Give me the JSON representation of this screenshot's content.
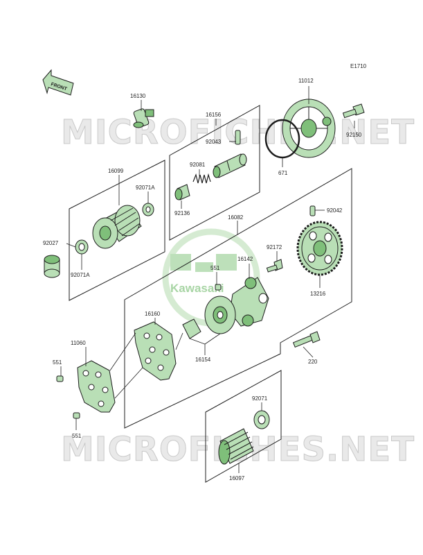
{
  "diagram_code": "E1710",
  "front_label": "FRONT",
  "brand_logo": "Kawasaki",
  "watermark_text": "MICROFICHES.NET",
  "colors": {
    "part_fill": "#b9dfb6",
    "part_dark": "#7fbf7a",
    "logo_green": "#6cb96a",
    "line": "#1e1e1e"
  },
  "parts": {
    "p11012": "11012",
    "p16130": "16130",
    "p16156": "16156",
    "p92043": "92043",
    "p92150": "92150",
    "p671": "671",
    "p92081": "92081",
    "p16099": "16099",
    "p92071A_top": "92071A",
    "p92136": "92136",
    "p92042": "92042",
    "p16082": "16082",
    "p92027": "92027",
    "p92071A_bottom": "92071A",
    "p92172": "92172",
    "p16142": "16142",
    "p551_top": "551",
    "p13216": "13216",
    "p16160": "16160",
    "p11060": "11060",
    "p16154": "16154",
    "p220": "220",
    "p551_left": "551",
    "p92071": "92071",
    "p551_bottom": "551",
    "p16097": "16097"
  }
}
